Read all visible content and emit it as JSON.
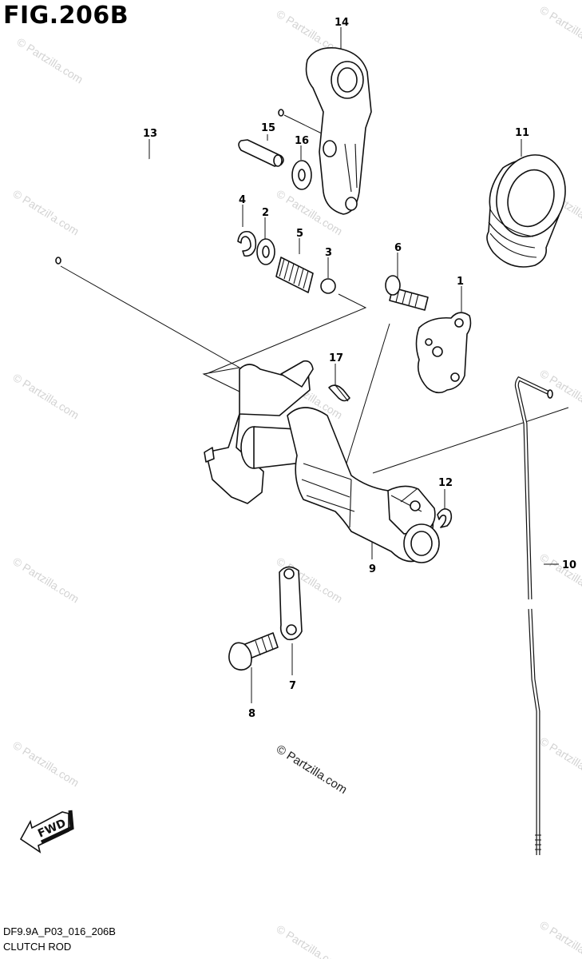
{
  "figure": {
    "title": "FIG.206B",
    "code": "DF9.9A_P03_016_206B",
    "name": "CLUTCH ROD"
  },
  "watermark": {
    "main": "© Partzilla.com",
    "faint": "© Partzilla.com"
  },
  "fwd_label": "FWD",
  "callouts": {
    "p1": "1",
    "p2": "2",
    "p3": "3",
    "p4": "4",
    "p5": "5",
    "p6": "6",
    "p7": "7",
    "p8": "8",
    "p9": "9",
    "p10": "10",
    "p11": "11",
    "p12": "12",
    "p13": "13",
    "p14": "14",
    "p15": "15",
    "p16": "16",
    "p17": "17"
  }
}
